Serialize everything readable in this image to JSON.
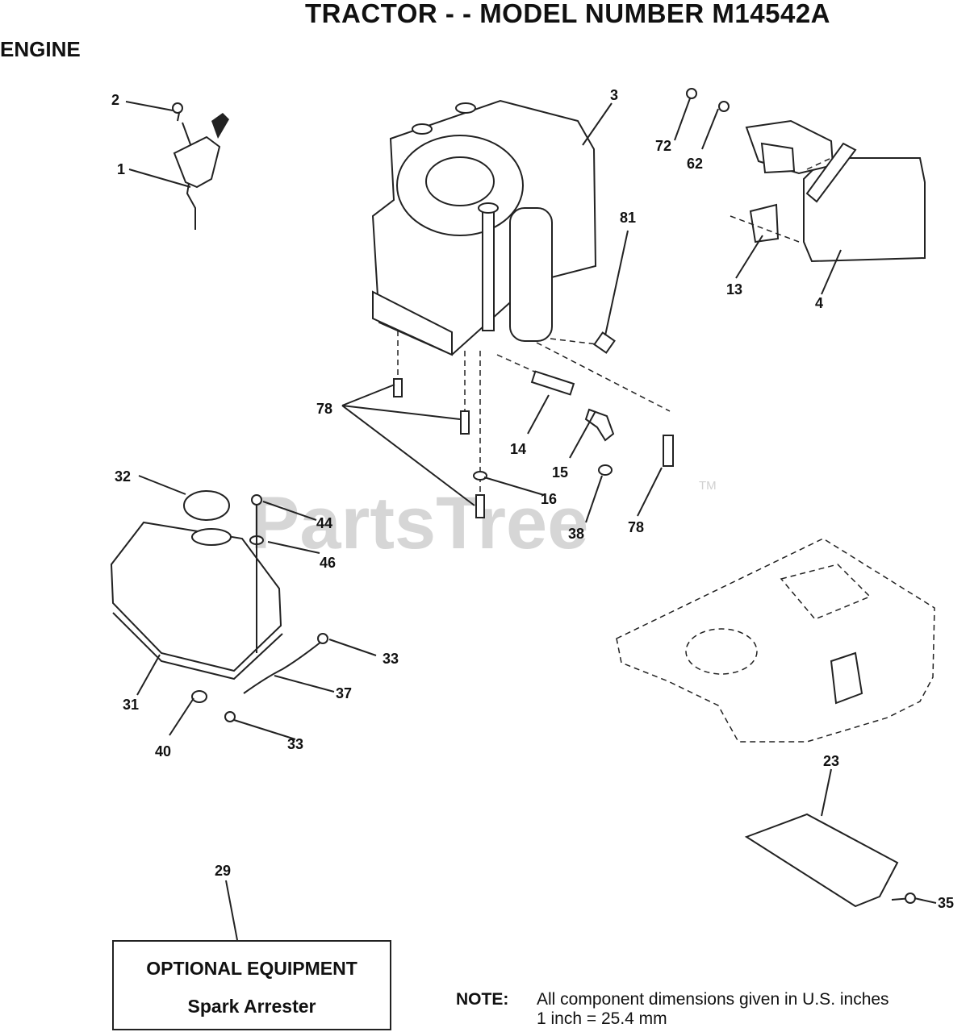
{
  "header": {
    "title": "TRACTOR - - MODEL NUMBER M14542A",
    "section": "ENGINE"
  },
  "watermark": {
    "text": "PartsTree",
    "mark": "TM"
  },
  "callouts": {
    "c1": "1",
    "c2": "2",
    "c3": "3",
    "c4": "4",
    "c13": "13",
    "c14": "14",
    "c15": "15",
    "c16": "16",
    "c23": "23",
    "c29": "29",
    "c31": "31",
    "c32": "32",
    "c33a": "33",
    "c33b": "33",
    "c35": "35",
    "c37": "37",
    "c38": "38",
    "c40": "40",
    "c44": "44",
    "c46": "46",
    "c62": "62",
    "c72": "72",
    "c78a": "78",
    "c78b": "78",
    "c81": "81"
  },
  "optional": {
    "title": "OPTIONAL EQUIPMENT",
    "item": "Spark Arrester"
  },
  "note": {
    "label": "NOTE:",
    "line1": "All component dimensions given in U.S. inches",
    "line2": "1 inch = 25.4 mm"
  }
}
